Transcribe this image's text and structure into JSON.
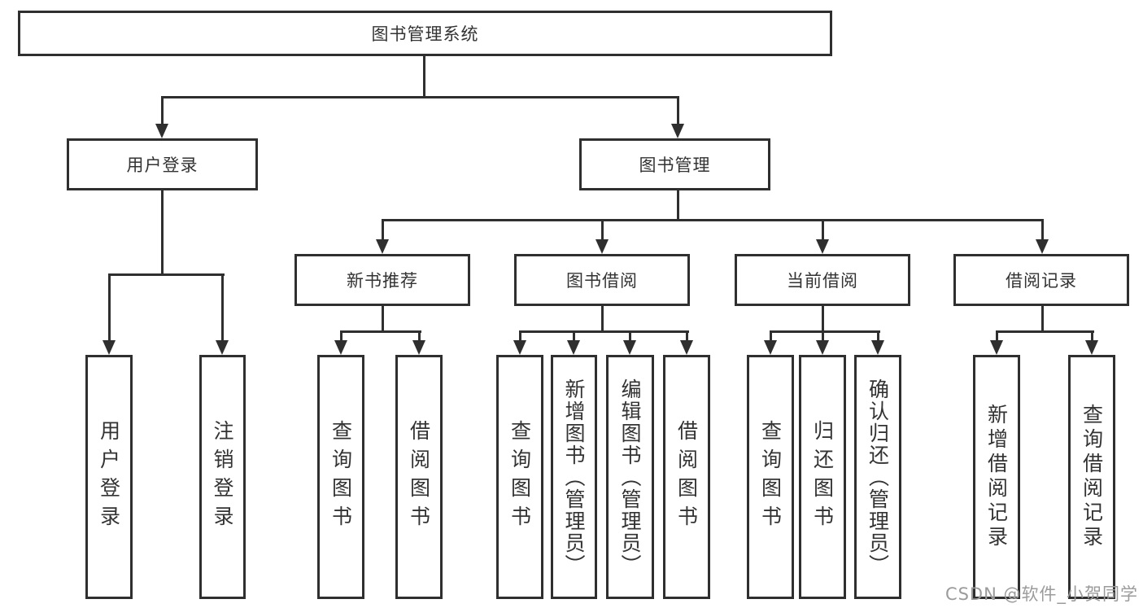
{
  "diagram": {
    "title_node": {
      "label": "图书管理系统"
    },
    "level2": {
      "user_login": {
        "label": "用户登录"
      },
      "book_mgmt": {
        "label": "图书管理"
      }
    },
    "level3": {
      "new_book_rec": {
        "label": "新书推荐"
      },
      "book_borrow": {
        "label": "图书借阅"
      },
      "current_borrow": {
        "label": "当前借阅"
      },
      "borrow_record": {
        "label": "借阅记录"
      }
    },
    "leaves": {
      "ul_login": "用户登录",
      "ul_logout": "注销登录",
      "rec_query": "查询图书",
      "rec_borrow": "借阅图书",
      "bb_query": "查询图书",
      "bb_add": "新增图书（管理员）",
      "bb_edit": "编辑图书（管理员）",
      "bb_borrow": "借阅图书",
      "cb_query": "查询图书",
      "cb_return": "归还图书",
      "cb_confirm": "确认归还（管理员）",
      "br_add": "新增借阅记录",
      "br_query": "查询借阅记录"
    }
  },
  "watermark": {
    "text": "CSDN @软件_小贺同学"
  },
  "colors": {
    "line": "#2f2f2f",
    "text": "#333333",
    "watermark": "#9b9b9b",
    "background": "#ffffff"
  }
}
